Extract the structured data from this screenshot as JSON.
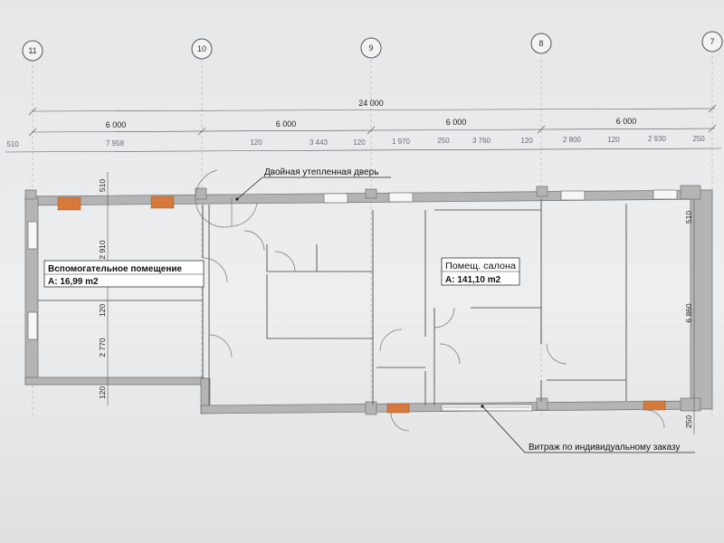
{
  "axes": [
    {
      "id": "11",
      "label": "11"
    },
    {
      "id": "10",
      "label": "10"
    },
    {
      "id": "9",
      "label": "9"
    },
    {
      "id": "8",
      "label": "8"
    },
    {
      "id": "7",
      "label": "7"
    }
  ],
  "dimensions": {
    "overall": "24 000",
    "spans": [
      "6 000",
      "6 000",
      "6 000",
      "6 000"
    ],
    "detail": [
      "510",
      "7 958",
      "120",
      "3 443",
      "120",
      "1 970",
      "250",
      "3 760",
      "120",
      "2 800",
      "120",
      "2 930",
      "250"
    ],
    "left_vertical": [
      "510",
      "2 910",
      "120",
      "2 770",
      "120"
    ],
    "right_vertical": [
      "510",
      "6 860",
      "250"
    ]
  },
  "rooms": {
    "auxiliary": {
      "name": "Вспомогательное помещение",
      "area": "A: 16,99 m2"
    },
    "salon": {
      "name": "Помещ. салона",
      "area": "A: 141,10 m2"
    }
  },
  "annotations": {
    "door": "Двойная утепленная дверь",
    "vitrage": "Витраж по индивидуальному заказу"
  },
  "colors": {
    "accent_insulation": "#d7793a",
    "wall": "#b4b4b4"
  }
}
